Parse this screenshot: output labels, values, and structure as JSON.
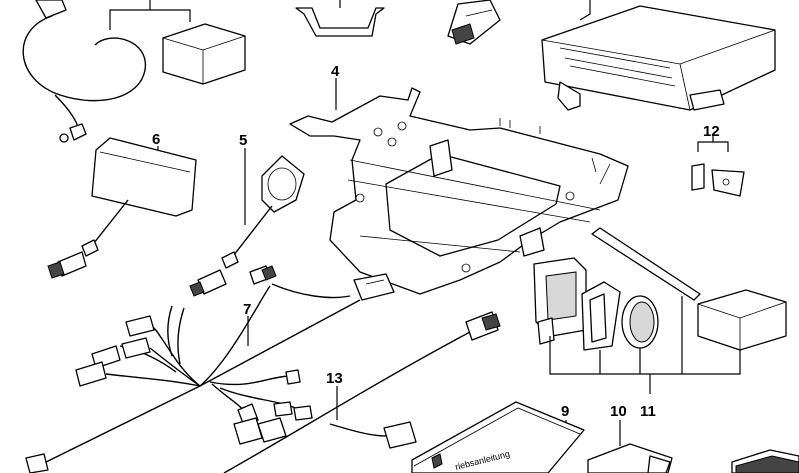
{
  "callouts": [
    {
      "id": "4",
      "text": "4"
    },
    {
      "id": "6",
      "text": "6"
    },
    {
      "id": "5",
      "text": "5"
    },
    {
      "id": "12",
      "text": "12"
    },
    {
      "id": "7",
      "text": "7"
    },
    {
      "id": "13",
      "text": "13"
    },
    {
      "id": "9",
      "text": "9"
    },
    {
      "id": "10",
      "text": "10"
    },
    {
      "id": "11",
      "text": "11"
    }
  ],
  "manual_cover_text": "riebsanleitung"
}
